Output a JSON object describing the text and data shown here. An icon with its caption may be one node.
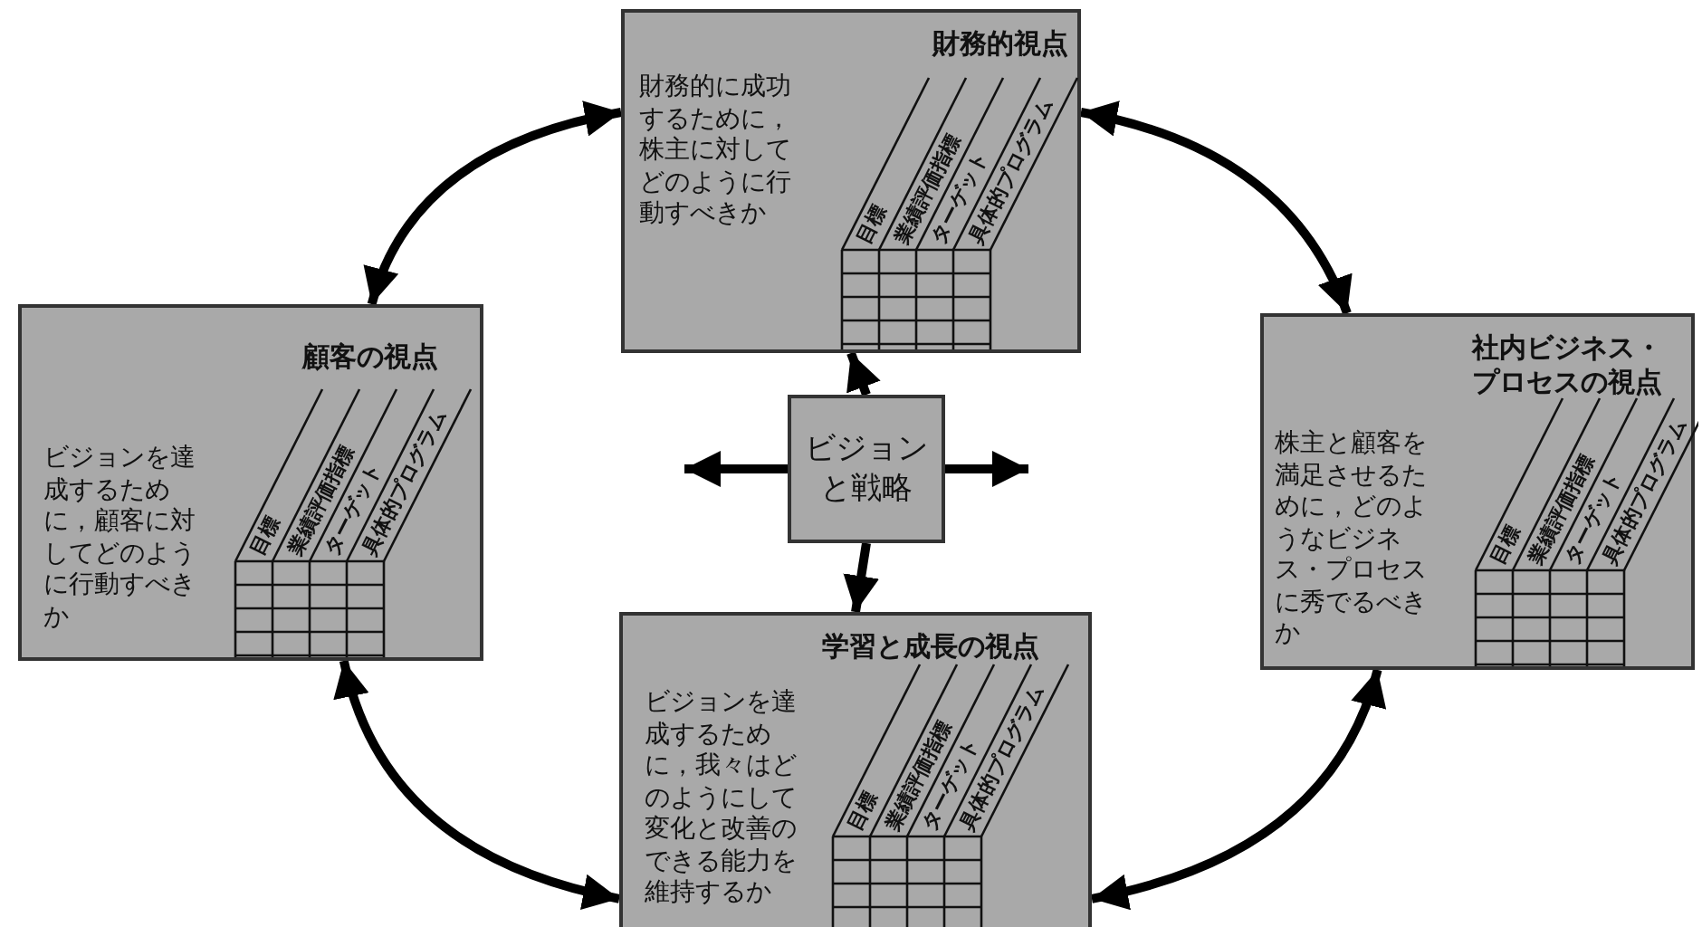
{
  "diagram": {
    "nodes": [
      {
        "text": [
          "財務的視点",
          "財務的に成功するために，株主に対してどのように行動すべきか",
          "目標",
          "業績評価指標",
          "ターゲット",
          "具体的プログラム"
        ]
      },
      {
        "text": [
          "顧客の視点",
          "ビジョンを達成するために，顧客に対してどのように行動すべきか",
          "目標",
          "業績評価指標",
          "ターゲット",
          "具体的プログラム"
        ]
      },
      {
        "text": [
          "ビジョンと戦略"
        ]
      },
      {
        "text": [
          "社内ビジネス・プロセスの視点",
          "株主と顧客を満足させるために，どのようなビジネス・プロセスに秀でるべきか",
          "目標",
          "業績評価指標",
          "ターゲット",
          "具体的プログラム"
        ]
      },
      {
        "text": [
          "学習と成長の視点",
          "ビジョンを達成するために，我々はどのようにして変化と改善のできる能力を維持するか",
          "目標",
          "業績評価指標",
          "ターゲット",
          "具体的プログラム"
        ]
      }
    ],
    "edges": [
      {
        "from": 2,
        "to": 0,
        "arrow": "to"
      },
      {
        "from": 2,
        "to": null,
        "arrow": "to"
      },
      {
        "from": 2,
        "to": null,
        "arrow": "to"
      },
      {
        "from": 2,
        "to": 4,
        "arrow": "to"
      },
      {
        "from": 1,
        "to": 0,
        "arrow": "both"
      },
      {
        "from": 0,
        "to": 3,
        "arrow": "both"
      },
      {
        "from": 1,
        "to": 4,
        "arrow": "both"
      },
      {
        "from": 3,
        "to": 4,
        "arrow": "both"
      }
    ]
  }
}
